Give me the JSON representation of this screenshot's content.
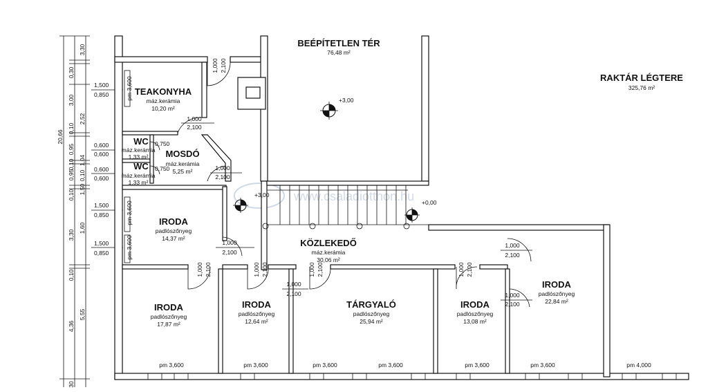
{
  "rooms": {
    "beepitetlen": {
      "name": "BEÉPÍTETLEN TÉR",
      "area": "76,48 m²"
    },
    "raktar": {
      "name": "RAKTÁR LÉGTERE",
      "area": "325,76 m²"
    },
    "teakonyha": {
      "name": "TEAKONYHA",
      "floor": "máz.kerámia",
      "area": "10,20 m²"
    },
    "wc1": {
      "name": "WC",
      "floor": "máz.kerámia",
      "area": "1,33 m²"
    },
    "wc2": {
      "name": "WC",
      "floor": "máz.kerámia",
      "area": "1,33 m²"
    },
    "mosdo": {
      "name": "MOSDÓ",
      "floor": "máz.kerámia",
      "area": "5,25 m²"
    },
    "iroda_a": {
      "name": "IRODA",
      "floor": "padlószőnyeg",
      "area": "14,37 m²"
    },
    "kozlekedo": {
      "name": "KÖZLEKEDŐ",
      "floor": "máz.kerámia",
      "area": "30,06 m²"
    },
    "iroda_b": {
      "name": "IRODA",
      "floor": "padlószőnyeg",
      "area": "17,87 m²"
    },
    "iroda_c": {
      "name": "IRODA",
      "floor": "padlószőnyeg",
      "area": "12,64 m²"
    },
    "targyalo": {
      "name": "TÁRGYALÓ",
      "floor": "padlószőnyeg",
      "area": "25,94 m²"
    },
    "iroda_d": {
      "name": "IRODA",
      "floor": "padlószőnyeg",
      "area": "13,08 m²"
    },
    "iroda_e": {
      "name": "IRODA",
      "floor": "padlószőnyeg",
      "area": "22,84 m²"
    }
  },
  "levels": {
    "upper": "+3,00",
    "stair_top": "+3,00",
    "ground": "+0,00"
  },
  "door_dims": {
    "width": "1,000",
    "height": "2,100"
  },
  "window_dims": {
    "sill": "1,500",
    "head": "0,850",
    "wc_sill": "0,600",
    "wc_head": "0,750"
  },
  "pm_labels": {
    "p3600": "pm 3,600",
    "p4000": "pm 4,000"
  },
  "left_dims": {
    "total": "20,66",
    "a1": "3,30",
    "a2": "0,30",
    "a3": "3,00",
    "a4": "2,52",
    "a5": "0,10",
    "a6": "0,95",
    "a7": "1,04",
    "a8": "0,10",
    "a9": "0,95",
    "a10": "0,10",
    "a11": "1,50",
    "a12": "0,10",
    "a13": "3,30",
    "a14": "1,60",
    "a15": "0,10",
    "a16": "5,55",
    "a17": "4,36",
    "a18": "30",
    "o1": "0,10",
    "o2": "0,10"
  },
  "watermark": "www.csaladiotthon.hu"
}
